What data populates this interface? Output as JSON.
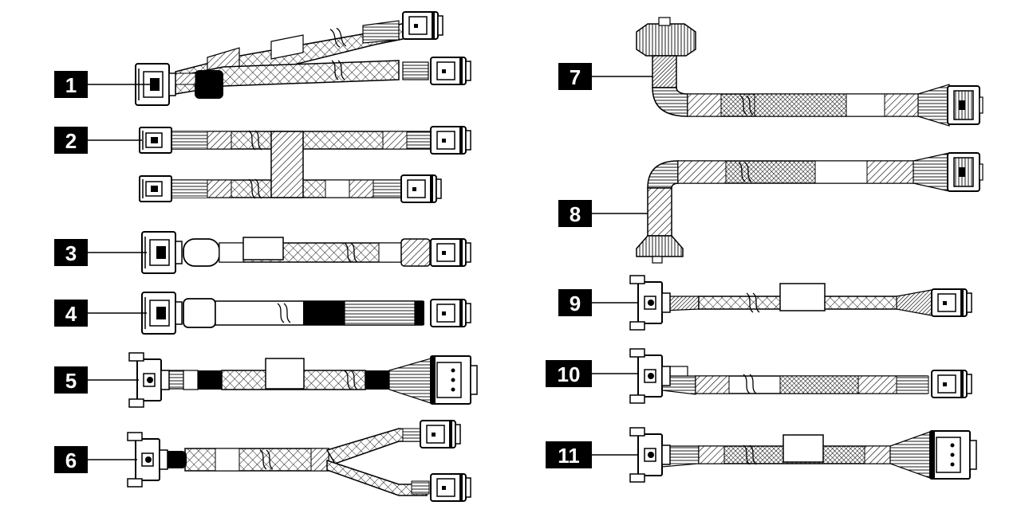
{
  "diagram": {
    "callouts": [
      {
        "id": "1",
        "label": "1"
      },
      {
        "id": "2",
        "label": "2"
      },
      {
        "id": "3",
        "label": "3"
      },
      {
        "id": "4",
        "label": "4"
      },
      {
        "id": "5",
        "label": "5"
      },
      {
        "id": "6",
        "label": "6"
      },
      {
        "id": "7",
        "label": "7"
      },
      {
        "id": "8",
        "label": "8"
      },
      {
        "id": "9",
        "label": "9"
      },
      {
        "id": "10",
        "label": "10"
      },
      {
        "id": "11",
        "label": "11"
      }
    ]
  },
  "colors": {
    "ink": "#000000",
    "paper": "#ffffff"
  }
}
